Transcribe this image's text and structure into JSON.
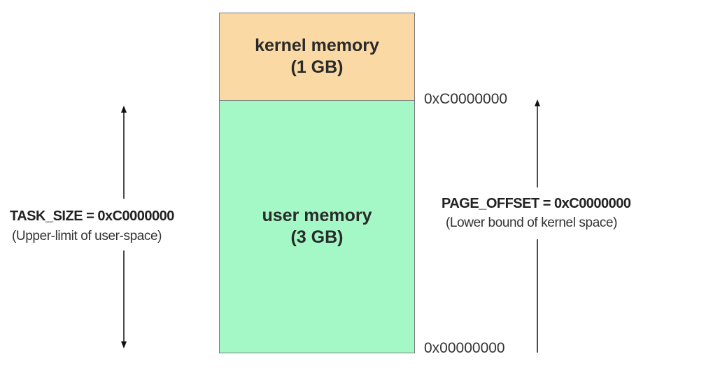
{
  "diagram": {
    "kernel_block": {
      "line1": "kernel memory",
      "line2": "(1 GB)",
      "color": "#fad9a4"
    },
    "user_block": {
      "line1": "user memory",
      "line2": "(3 GB)",
      "color": "#a4f8c6"
    },
    "addresses": {
      "top": "0xC0000000",
      "bottom": "0x00000000"
    },
    "task_size": {
      "label": "TASK_SIZE = 0xC0000000",
      "note": "(Upper-limit of user-space)"
    },
    "page_offset": {
      "label": "PAGE_OFFSET = 0xC0000000",
      "note": "(Lower bound of kernel space)"
    }
  }
}
